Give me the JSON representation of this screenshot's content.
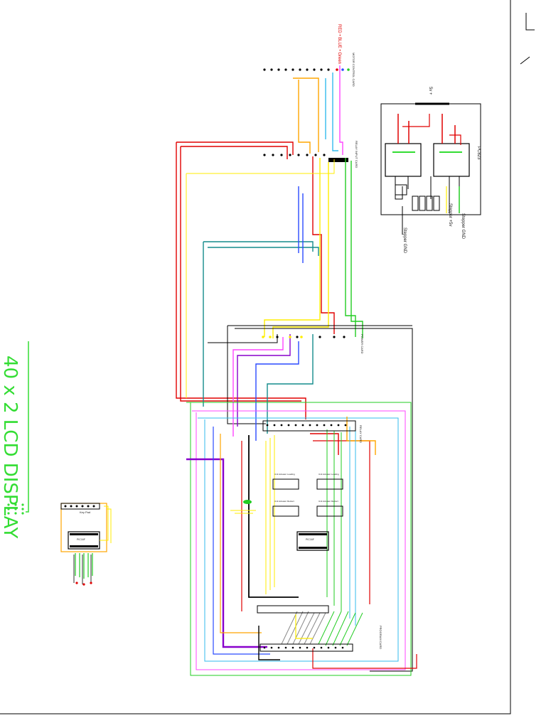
{
  "lcd": {
    "label": "40 x 2 LCD DISPLAY"
  },
  "cards": {
    "power": "POWER CARD",
    "relay": "RELAY CARD",
    "program": "PROGRAM CARD",
    "motor": "MOTOR CONTROL CARD",
    "keypad": "Key Pad",
    "relay_input": "RELAY INPUT CARD"
  },
  "opto": {
    "chip": "PC823",
    "stepper_gnd_right": "Stepper GND",
    "stepper_5v": "Stepper +5v",
    "stepper_gnd_left": "Stepper GND",
    "supply": "5v +"
  },
  "motor_labels": {
    "rgb": "RED • BLUE • Green"
  },
  "relays": {
    "r1": "Unit Actuator Loading",
    "r2": "Unit Actuator Loading",
    "r3": "Unit Actuator Retract",
    "r4": "Unit Actuator Retract"
  },
  "chips": {
    "pic1": "PIC16F",
    "pic2": "PIC16F"
  },
  "colors": {
    "red": "#e00000",
    "orange": "#ffa500",
    "yellow": "#ffee00",
    "green": "#22cc22",
    "teal": "#148c8c",
    "blue": "#2a4aff",
    "purple": "#8800cc",
    "magenta": "#ff44ff",
    "cyan": "#33bbee",
    "black": "#000000",
    "grey": "#888888",
    "lcd_green": "#33dd33"
  }
}
